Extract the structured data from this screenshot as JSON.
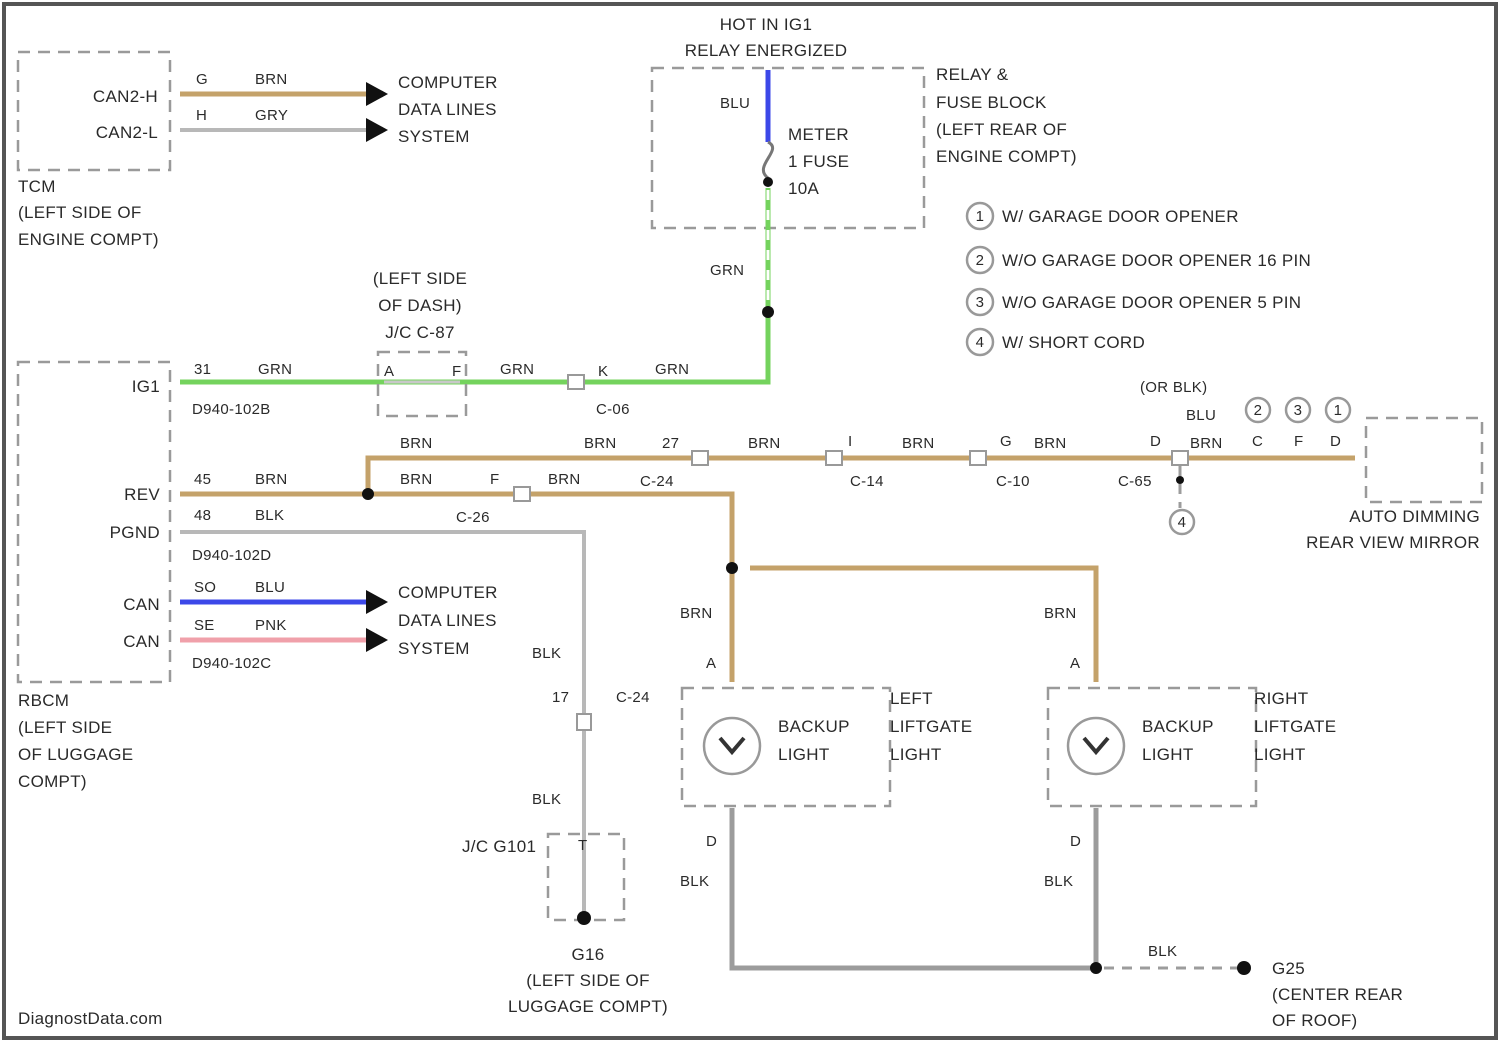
{
  "tcm": {
    "can2h": "CAN2-H",
    "can2l": "CAN2-L",
    "pin_h": "G",
    "pin_l": "H",
    "wire_h": "BRN",
    "wire_l": "GRY",
    "title": "TCM",
    "loc1": "(LEFT SIDE OF",
    "loc2": "ENGINE COMPT)"
  },
  "data_lines_1": [
    "COMPUTER",
    "DATA LINES",
    "SYSTEM"
  ],
  "relay": {
    "hot1": "HOT IN IG1",
    "hot2": "RELAY ENERGIZED",
    "wire": "BLU",
    "fuse1": "METER",
    "fuse2": "1 FUSE",
    "fuse3": "10A",
    "title1": "RELAY &",
    "title2": "FUSE BLOCK",
    "title3": "(LEFT REAR OF",
    "title4": "ENGINE COMPT)"
  },
  "legend": [
    {
      "num": "1",
      "text": "W/ GARAGE DOOR OPENER"
    },
    {
      "num": "2",
      "text": "W/O GARAGE DOOR OPENER 16 PIN"
    },
    {
      "num": "3",
      "text": "W/O GARAGE DOOR OPENER 5 PIN"
    },
    {
      "num": "4",
      "text": "W/ SHORT CORD"
    }
  ],
  "dash": {
    "l1": "(LEFT SIDE",
    "l2": "OF DASH)",
    "l3": "J/C C-87",
    "pin_a": "A",
    "pin_b": "F"
  },
  "wire_labels": {
    "grn": "GRN",
    "brn": "BRN",
    "blk": "BLK",
    "blu": "BLU",
    "pnk": "PNK",
    "or_blk": "(OR BLK)"
  },
  "rbcm": {
    "ig1": "IG1",
    "rev": "REV",
    "pgnd": "PGND",
    "can_hi": "CAN",
    "can_lo": "CAN",
    "pin_ig1": "31",
    "pin_rev": "45",
    "pin_pgnd": "48",
    "pin_can1": "SO",
    "pin_can2": "SE",
    "conn1": "D940-102B",
    "conn2": "D940-102D",
    "conn3": "D940-102C",
    "title": "RBCM",
    "loc1": "(LEFT SIDE",
    "loc2": "OF LUGGAGE",
    "loc3": "COMPT)"
  },
  "connectors": {
    "c06": "C-06",
    "c06_pin": "K",
    "c24": "C-24",
    "c24b": "C-24",
    "c26": "C-26",
    "c14": "C-14",
    "c10": "C-10",
    "c65": "C-65",
    "c24_pin": "27",
    "c26_pin": "F",
    "c10_pin": "G",
    "c65_pin": "D",
    "pin_i": "I"
  },
  "mirror": {
    "title1": "AUTO DIMMING",
    "title2": "REAR VIEW MIRROR",
    "pins": [
      "C",
      "F",
      "D"
    ],
    "nums": [
      "2",
      "3",
      "1"
    ],
    "ground_num": "4"
  },
  "backup_left": {
    "title1": "LEFT",
    "title2": "LIFTGATE",
    "title3": "LIGHT",
    "label1": "BACKUP",
    "label2": "LIGHT",
    "pin_a": "A",
    "pin_d": "D",
    "conn": "C-24"
  },
  "backup_right": {
    "title1": "RIGHT",
    "title2": "LIFTGATE",
    "title3": "LIGHT",
    "label1": "BACKUP",
    "label2": "LIGHT",
    "pin_a": "A",
    "pin_d": "D"
  },
  "ground_left": {
    "jc": "J/C G101",
    "pin_t": "T",
    "pin_17": "17",
    "g": "G16",
    "loc1": "(LEFT SIDE OF",
    "loc2": "LUGGAGE COMPT)"
  },
  "ground_right": {
    "g": "G25",
    "loc1": "(CENTER REAR",
    "loc2": "OF ROOF)"
  },
  "watermark": "DiagnostData.com"
}
